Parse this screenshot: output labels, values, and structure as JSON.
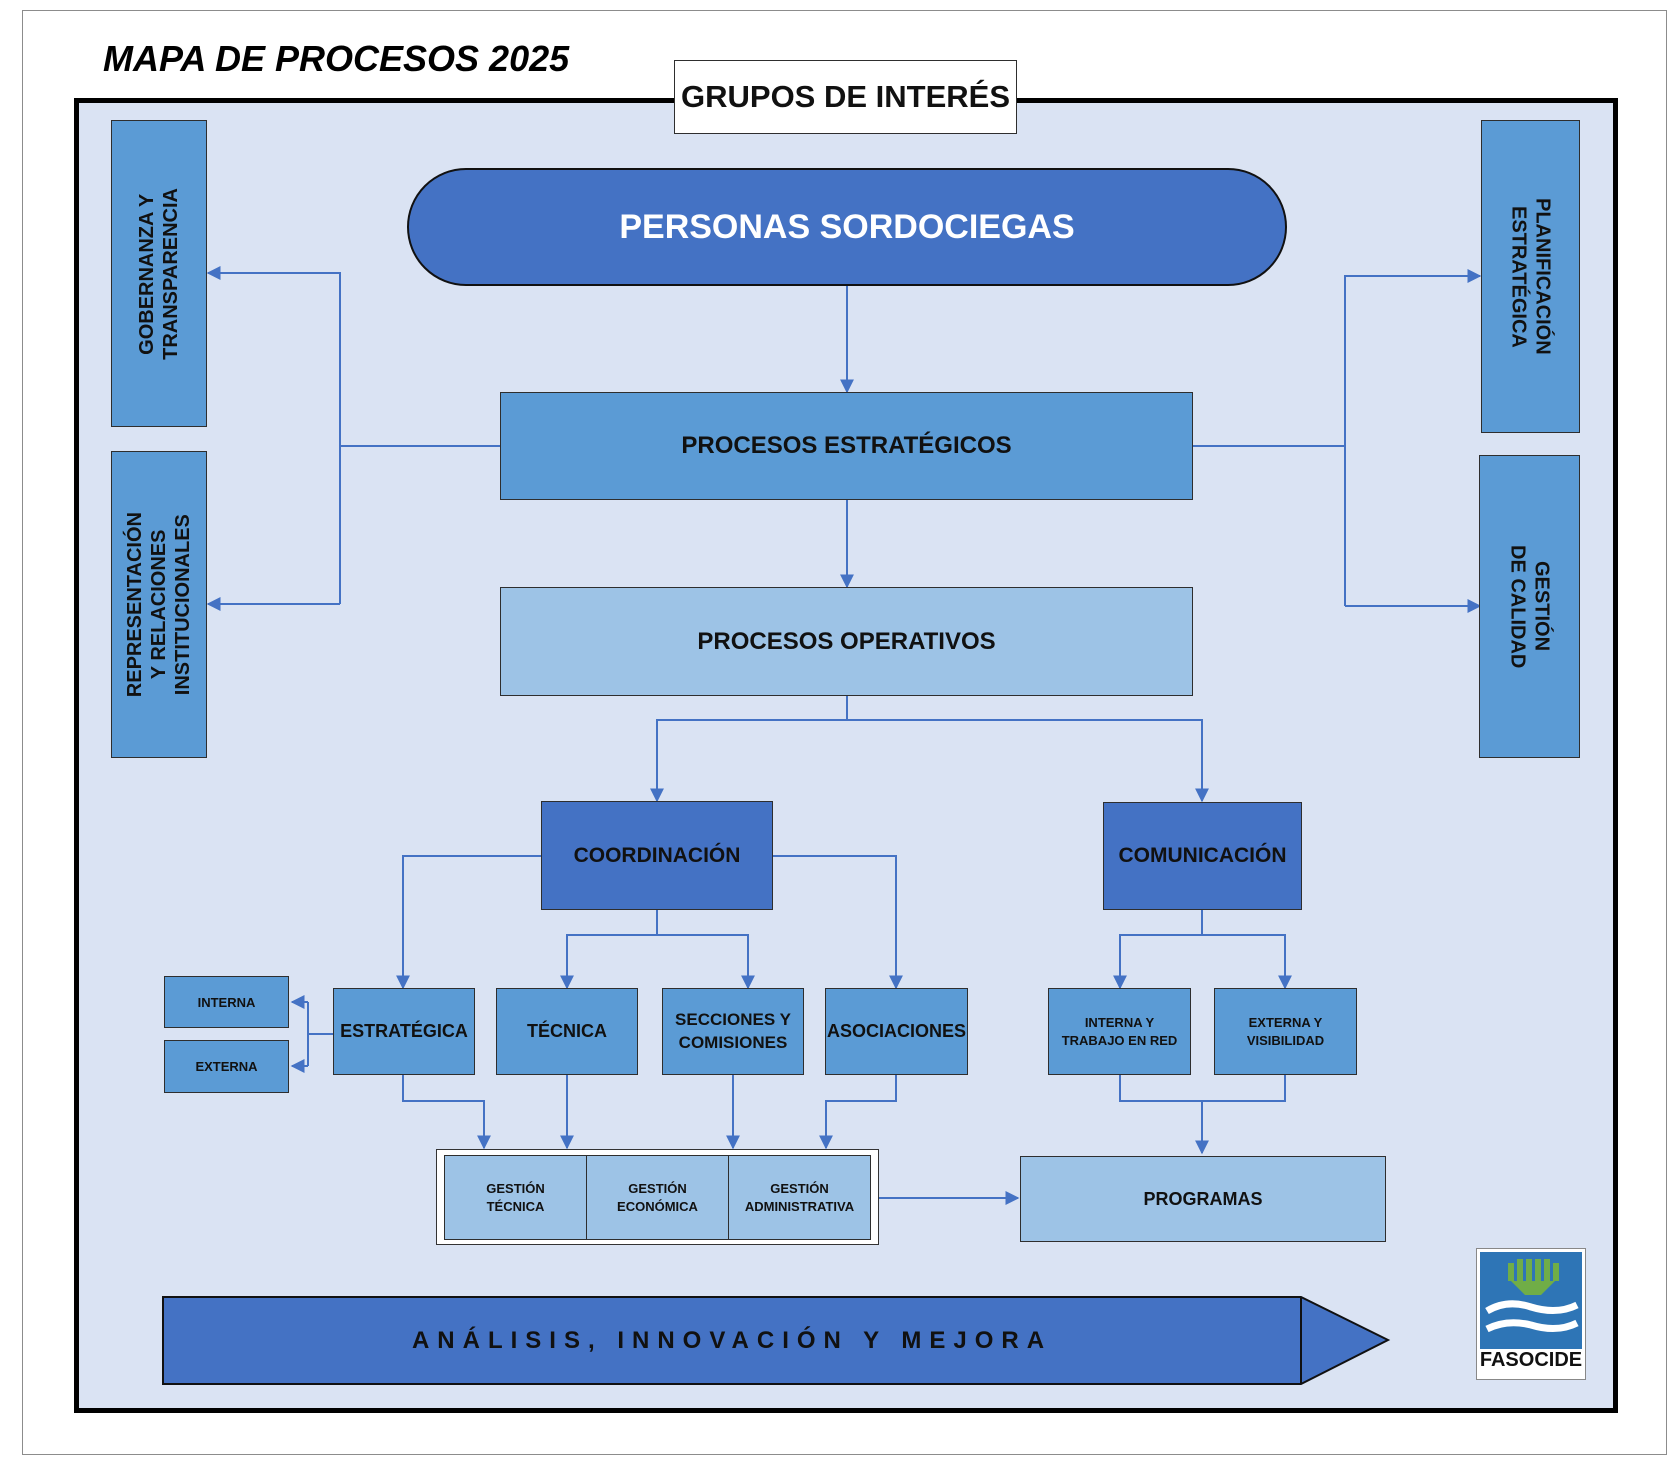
{
  "title": "MAPA DE PROCESOS 2025",
  "grupos": "GRUPOS DE INTERÉS",
  "personas": "PERSONAS SORDOCIEGAS",
  "estrategicos": "PROCESOS ESTRATÉGICOS",
  "operativos": "PROCESOS OPERATIVOS",
  "left_boxes": {
    "gobernanza": "GOBERNANZA Y\nTRANSPARENCIA",
    "representacion": "REPRESENTACIÓN\nY RELACIONES\nINSTITUCIONALES"
  },
  "right_boxes": {
    "planificacion": "PLANIFICACIÓN\nESTRATÉGICA",
    "calidad": "GESTIÓN\nDE CALIDAD"
  },
  "coordinacion": "COORDINACIÓN",
  "comunicacion": "COMUNICACIÓN",
  "coord_children": {
    "estrategica": "ESTRATÉGICA",
    "tecnica": "TÉCNICA",
    "secciones": "SECCIONES Y\nCOMISIONES",
    "asociaciones": "ASOCIACIONES"
  },
  "estrategica_children": {
    "interna": "INTERNA",
    "externa": "EXTERNA"
  },
  "com_children": {
    "interna_red": "INTERNA Y\nTRABAJO EN RED",
    "externa_vis": "EXTERNA Y\nVISIBILIDAD"
  },
  "gestion": {
    "tecnica": "GESTIÓN\nTÉCNICA",
    "economica": "GESTIÓN\nECONÓMICA",
    "administrativa": "GESTIÓN\nADMINISTRATIVA"
  },
  "programas": "PROGRAMAS",
  "mejora": "ANÁLISIS, INNOVACIÓN Y MEJORA",
  "logo_text": "FASOCIDE",
  "colors": {
    "dark": "#4472c4",
    "mid": "#5b9bd5",
    "light": "#9dc3e6",
    "background": "#dae3f3",
    "line": "#4472c4"
  }
}
